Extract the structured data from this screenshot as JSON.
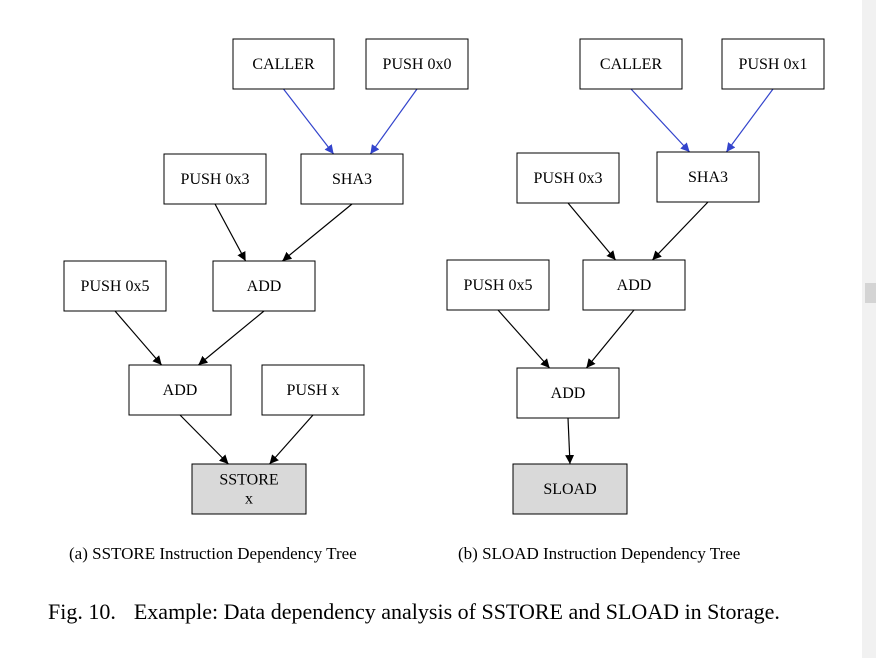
{
  "colors": {
    "blue_edge": "#3344cc",
    "black_edge": "#000000",
    "root_fill": "#d9d9d9",
    "node_fill": "#ffffff"
  },
  "trees": [
    {
      "nodes": [
        {
          "id": "a_caller",
          "lines": [
            "CALLER"
          ],
          "root": false
        },
        {
          "id": "a_push0",
          "lines": [
            "PUSH 0x0"
          ],
          "root": false
        },
        {
          "id": "a_push3",
          "lines": [
            "PUSH 0x3"
          ],
          "root": false
        },
        {
          "id": "a_sha3",
          "lines": [
            "SHA3"
          ],
          "root": false
        },
        {
          "id": "a_push5",
          "lines": [
            "PUSH 0x5"
          ],
          "root": false
        },
        {
          "id": "a_add1",
          "lines": [
            "ADD"
          ],
          "root": false
        },
        {
          "id": "a_add2",
          "lines": [
            "ADD"
          ],
          "root": false
        },
        {
          "id": "a_pushx",
          "lines": [
            "PUSH x"
          ],
          "root": false
        },
        {
          "id": "a_sstore",
          "lines": [
            "SSTORE",
            "x"
          ],
          "root": true
        }
      ],
      "edges": [
        {
          "from": "a_caller",
          "to": "a_sha3",
          "color": "blue"
        },
        {
          "from": "a_push0",
          "to": "a_sha3",
          "color": "blue"
        },
        {
          "from": "a_push3",
          "to": "a_add1",
          "color": "black"
        },
        {
          "from": "a_sha3",
          "to": "a_add1",
          "color": "black"
        },
        {
          "from": "a_push5",
          "to": "a_add2",
          "color": "black"
        },
        {
          "from": "a_add1",
          "to": "a_add2",
          "color": "black"
        },
        {
          "from": "a_add2",
          "to": "a_sstore",
          "color": "black"
        },
        {
          "from": "a_pushx",
          "to": "a_sstore",
          "color": "black"
        }
      ],
      "caption": "(a) SSTORE Instruction Dependency Tree"
    },
    {
      "nodes": [
        {
          "id": "b_caller",
          "lines": [
            "CALLER"
          ],
          "root": false
        },
        {
          "id": "b_push1",
          "lines": [
            "PUSH 0x1"
          ],
          "root": false
        },
        {
          "id": "b_push3",
          "lines": [
            "PUSH 0x3"
          ],
          "root": false
        },
        {
          "id": "b_sha3",
          "lines": [
            "SHA3"
          ],
          "root": false
        },
        {
          "id": "b_push5",
          "lines": [
            "PUSH 0x5"
          ],
          "root": false
        },
        {
          "id": "b_add1",
          "lines": [
            "ADD"
          ],
          "root": false
        },
        {
          "id": "b_add2",
          "lines": [
            "ADD"
          ],
          "root": false
        },
        {
          "id": "b_sload",
          "lines": [
            "SLOAD"
          ],
          "root": true
        }
      ],
      "edges": [
        {
          "from": "b_caller",
          "to": "b_sha3",
          "color": "blue"
        },
        {
          "from": "b_push1",
          "to": "b_sha3",
          "color": "blue"
        },
        {
          "from": "b_push3",
          "to": "b_add1",
          "color": "black"
        },
        {
          "from": "b_sha3",
          "to": "b_add1",
          "color": "black"
        },
        {
          "from": "b_push5",
          "to": "b_add2",
          "color": "black"
        },
        {
          "from": "b_add1",
          "to": "b_add2",
          "color": "black"
        },
        {
          "from": "b_add2",
          "to": "b_sload",
          "color": "black"
        }
      ],
      "caption": "(b) SLOAD Instruction Dependency Tree"
    }
  ],
  "figure": {
    "number": "Fig. 10.",
    "text": "Example: Data dependency analysis of SSTORE and SLOAD in Storage."
  }
}
